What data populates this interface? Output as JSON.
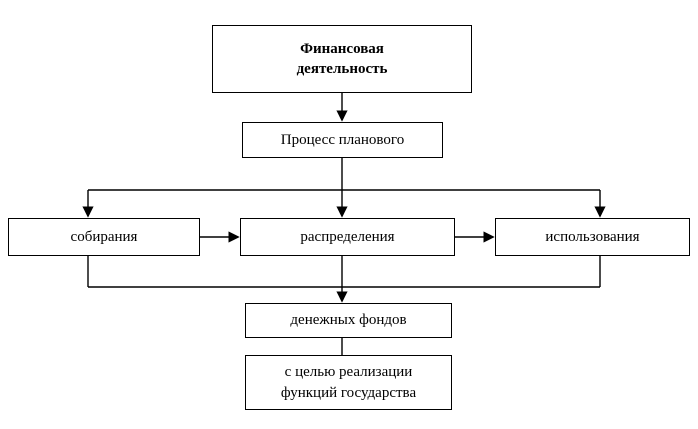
{
  "diagram": {
    "nodes": {
      "root": "Финансовая\nдеятельность",
      "process": "Процесс планового",
      "collect": "собирания",
      "distribute": "распределения",
      "use": "использования",
      "funds": "денежных фондов",
      "purpose": "с целью реализации\nфункций государства"
    },
    "edges": [
      "root -> process",
      "process -> collect",
      "process -> distribute",
      "process -> use",
      "collect -> distribute",
      "distribute -> use",
      "collect -> funds",
      "distribute -> funds",
      "use -> funds",
      "funds -> purpose"
    ],
    "colors": {
      "line": "#000000",
      "box_border": "#000000",
      "background": "#ffffff",
      "text": "#000000"
    }
  }
}
